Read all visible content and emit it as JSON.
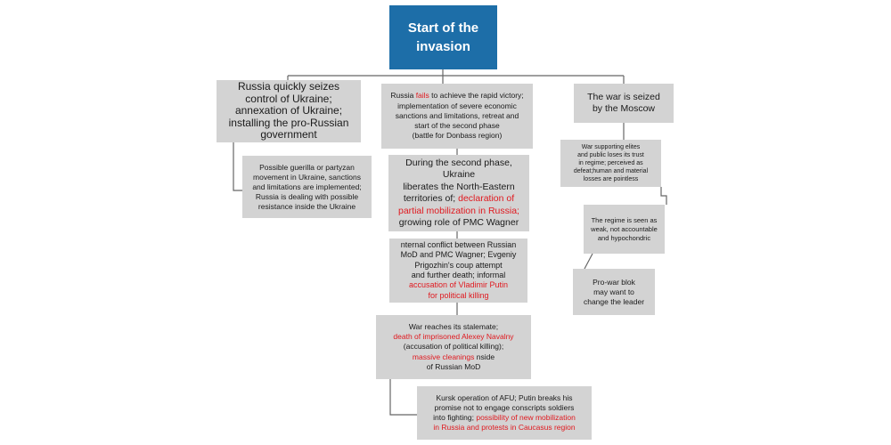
{
  "nodes": {
    "root": "Start of the\ninvasion",
    "left1": "Russia quickly seizes\ncontrol of Ukraine;\nannexation of Ukraine;\ninstalling the pro-Russian\ngovernment",
    "left2": "Possible guerilla or partyzan\nmovement in Ukraine, sanctions\nand limitations are implemented;\nRussia is dealing with possible\nresistance inside the Ukraine",
    "mid1": {
      "a": "Russia ",
      "b": "fails",
      "c": " to achieve the rapid victory;\nimplementation of severe economic\nsanctions and limitations, retreat and\nstart of the second phase\n(battle for Donbass region)"
    },
    "mid2": {
      "a": "During the second phase, Ukraine\nliberates the North-Eastern\nterritories of; ",
      "b": "declaration of\npartial mobilization in Russia;",
      "c": "\ngrowing role of PMC Wagner"
    },
    "mid3": {
      "a": "nternal conflict between Russian\nMoD and PMC Wagner; Evgeniy\nPrigozhin's coup attempt\nand further death; informal\n",
      "b": "accusation of Vladimir Putin\nfor political killing"
    },
    "mid4": {
      "a": "War reaches its stalemate;\n",
      "b": "death of imprisoned Alexey Navalny",
      "c": "\n(accusation of political killing);\n",
      "d": "massive cleanings ",
      "e": " nside\nof Russian MoD"
    },
    "mid5": {
      "a": "Kursk operation of AFU; Putin breaks his\npromise not to engage conscripts soldiers\ninto fighting; ",
      "b": "possibility of new mobilization\nin Russia and protests in Caucasus region"
    },
    "right1": "The war is seized\nby the Moscow",
    "right2": "War supporting elites\nand public loses its trust\nin regime; perceived as\ndefeat;human and material\nlosses are pointless",
    "right3": "The regime is seen as\nweak, not accountable\nand hypochondric",
    "right4": "Pro-war blok\nmay want to\nchange the leader"
  },
  "colors": {
    "box": "#d3d3d3",
    "root": "#1d6ea8",
    "highlight": "#e0191f",
    "line": "#666666"
  }
}
